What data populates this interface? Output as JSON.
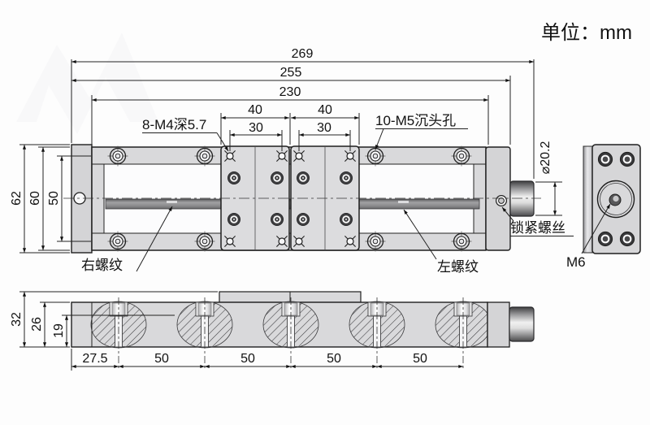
{
  "unit_label": "单位：mm",
  "top_view": {
    "dim_269": "269",
    "dim_255": "255",
    "dim_230": "230",
    "dim_40_left": "40",
    "dim_40_right": "40",
    "dim_30_left": "30",
    "dim_30_right": "30",
    "dim_62": "62",
    "dim_60": "60",
    "dim_50": "50",
    "dim_knob_dia": "⌀20.2",
    "label_m4_holes": "8-M4深5.7",
    "label_m5_holes": "10-M5沉头孔",
    "label_right_thread": "右螺纹",
    "label_left_thread": "左螺纹",
    "label_lock_screw": "锁紧螺丝",
    "label_m6": "M6"
  },
  "front_view": {
    "dim_32": "32",
    "dim_26": "26",
    "dim_19": "19",
    "dim_27_5": "27.5",
    "dim_50_a": "50",
    "dim_50_b": "50",
    "dim_50_c": "50",
    "dim_50_d": "50"
  },
  "colors": {
    "body_fill": "#d9d9db",
    "carriage_fill": "#dcdcde",
    "line": "#1f1f1f",
    "background": "#fdfdfd"
  }
}
